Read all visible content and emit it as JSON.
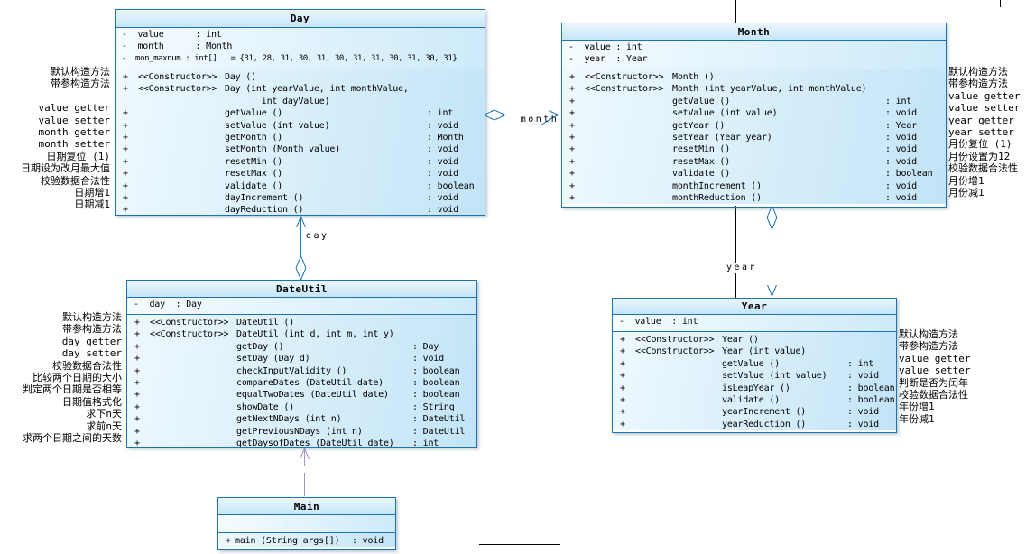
{
  "diagram": {
    "kind": "uml-class-diagram",
    "colors": {
      "box_border": "#1d72b4",
      "box_fill": "#cfe9f9",
      "title_fill": "#d9effb",
      "connector": "#1b76ba",
      "dependency_arrow": "#a392cd",
      "page_line": "#000000",
      "text": "#000000"
    }
  },
  "classes": [
    {
      "name": "Day",
      "attributes": [
        "-  value      : int",
        "-  month      : Month",
        "-  mon_maxnum : int[]   = {31, 28, 31, 30, 31, 30, 31, 31, 30, 31, 30, 31}"
      ],
      "methods": [
        {
          "vis": "+",
          "stereo": "<<Constructor>>",
          "sig": "Day ()",
          "ret": ""
        },
        {
          "vis": "+",
          "stereo": "<<Constructor>>",
          "sig": "Day (int yearValue, int monthValue,",
          "ret": ""
        },
        {
          "vis": "",
          "stereo": "",
          "sig": "       int dayValue)",
          "ret": ""
        },
        {
          "vis": "+",
          "stereo": "",
          "sig": "getValue ()",
          "ret": ": int"
        },
        {
          "vis": "+",
          "stereo": "",
          "sig": "setValue (int value)",
          "ret": ": void"
        },
        {
          "vis": "+",
          "stereo": "",
          "sig": "getMonth ()",
          "ret": ": Month"
        },
        {
          "vis": "+",
          "stereo": "",
          "sig": "setMonth (Month value)",
          "ret": ": void"
        },
        {
          "vis": "+",
          "stereo": "",
          "sig": "resetMin ()",
          "ret": ": void"
        },
        {
          "vis": "+",
          "stereo": "",
          "sig": "resetMax ()",
          "ret": ": void"
        },
        {
          "vis": "+",
          "stereo": "",
          "sig": "validate ()",
          "ret": ": boolean"
        },
        {
          "vis": "+",
          "stereo": "",
          "sig": "dayIncrement ()",
          "ret": ": void"
        },
        {
          "vis": "+",
          "stereo": "",
          "sig": "dayReduction ()",
          "ret": ": void"
        }
      ],
      "annotations": [
        "默认构造方法",
        "带参构造方法",
        "",
        "value getter",
        "value setter",
        "month getter",
        "month setter",
        "日期复位 (1)",
        "日期设为改月最大值",
        "校验数据合法性",
        "日期增1",
        "日期减1"
      ]
    },
    {
      "name": "Month",
      "attributes": [
        "-  value : int",
        "-  year  : Year"
      ],
      "methods": [
        {
          "vis": "+",
          "stereo": "<<Constructor>>",
          "sig": "Month ()",
          "ret": ""
        },
        {
          "vis": "+",
          "stereo": "<<Constructor>>",
          "sig": "Month (int yearValue, int monthValue)",
          "ret": ""
        },
        {
          "vis": "+",
          "stereo": "",
          "sig": "getValue ()",
          "ret": ": int"
        },
        {
          "vis": "+",
          "stereo": "",
          "sig": "setValue (int value)",
          "ret": ": void"
        },
        {
          "vis": "+",
          "stereo": "",
          "sig": "getYear ()",
          "ret": ": Year"
        },
        {
          "vis": "+",
          "stereo": "",
          "sig": "setYear (Year year)",
          "ret": ": void"
        },
        {
          "vis": "+",
          "stereo": "",
          "sig": "resetMin ()",
          "ret": ": void"
        },
        {
          "vis": "+",
          "stereo": "",
          "sig": "resetMax ()",
          "ret": ": void"
        },
        {
          "vis": "+",
          "stereo": "",
          "sig": "validate ()",
          "ret": ": boolean"
        },
        {
          "vis": "+",
          "stereo": "",
          "sig": "monthIncrement ()",
          "ret": ": void"
        },
        {
          "vis": "+",
          "stereo": "",
          "sig": "monthReduction ()",
          "ret": ": void"
        }
      ],
      "annotations": [
        "默认构造方法",
        "带参构造方法",
        "value getter",
        "value setter",
        "year getter",
        "year setter",
        "月份复位 (1)",
        "月份设置为12",
        "校验数据合法性",
        "月份增1",
        "月份减1"
      ]
    },
    {
      "name": "DateUtil",
      "attributes": [
        "-  day  : Day"
      ],
      "methods": [
        {
          "vis": "+",
          "stereo": "<<Constructor>>",
          "sig": "DateUtil ()",
          "ret": ""
        },
        {
          "vis": "+",
          "stereo": "<<Constructor>>",
          "sig": "DateUtil (int d, int m, int y)",
          "ret": ""
        },
        {
          "vis": "+",
          "stereo": "",
          "sig": "getDay ()",
          "ret": ": Day"
        },
        {
          "vis": "+",
          "stereo": "",
          "sig": "setDay (Day d)",
          "ret": ": void"
        },
        {
          "vis": "+",
          "stereo": "",
          "sig": "checkInputValidity ()",
          "ret": ": boolean"
        },
        {
          "vis": "+",
          "stereo": "",
          "sig": "compareDates (DateUtil date)",
          "ret": ": boolean"
        },
        {
          "vis": "+",
          "stereo": "",
          "sig": "equalTwoDates (DateUtil date)",
          "ret": ": boolean"
        },
        {
          "vis": "+",
          "stereo": "",
          "sig": "showDate ()",
          "ret": ": String"
        },
        {
          "vis": "+",
          "stereo": "",
          "sig": "getNextNDays (int n)",
          "ret": ": DateUtil"
        },
        {
          "vis": "+",
          "stereo": "",
          "sig": "getPreviousNDays (int n)",
          "ret": ": DateUtil"
        },
        {
          "vis": "+",
          "stereo": "",
          "sig": "getDaysofDates (DateUtil date)",
          "ret": ": int"
        }
      ],
      "annotations": [
        "默认构造方法",
        "带参构造方法",
        "day getter",
        "day setter",
        "校验数据合法性",
        "比较两个日期的大小",
        "判定两个日期是否相等",
        "日期值格式化",
        "求下n天",
        "求前n天",
        "求两个日期之间的天数"
      ]
    },
    {
      "name": "Year",
      "attributes": [
        "-  value  : int"
      ],
      "methods": [
        {
          "vis": "+",
          "stereo": "<<Constructor>>",
          "sig": "Year ()",
          "ret": ""
        },
        {
          "vis": "+",
          "stereo": "<<Constructor>>",
          "sig": "Year (int value)",
          "ret": ""
        },
        {
          "vis": "+",
          "stereo": "",
          "sig": "getValue ()",
          "ret": ": int"
        },
        {
          "vis": "+",
          "stereo": "",
          "sig": "setValue (int value)",
          "ret": ": void"
        },
        {
          "vis": "+",
          "stereo": "",
          "sig": "isLeapYear ()",
          "ret": ": boolean"
        },
        {
          "vis": "+",
          "stereo": "",
          "sig": "validate ()",
          "ret": ": boolean"
        },
        {
          "vis": "+",
          "stereo": "",
          "sig": "yearIncrement ()",
          "ret": ": void"
        },
        {
          "vis": "+",
          "stereo": "",
          "sig": "yearReduction ()",
          "ret": ": void"
        }
      ],
      "annotations": [
        "默认构造方法",
        "带参构造方法",
        "value getter",
        "value setter",
        "判断是否为闰年",
        "校验数据合法性",
        "年份增1",
        "年份减1"
      ]
    },
    {
      "name": "Main",
      "attributes": [],
      "methods": [
        {
          "vis": "+",
          "stereo": "",
          "sig": "main (String args[])",
          "ret": ": void"
        }
      ],
      "annotations": []
    }
  ],
  "connectors": [
    {
      "label": "month",
      "type": "aggregation",
      "from": "Day",
      "to": "Month"
    },
    {
      "label": "day",
      "type": "aggregation",
      "from": "DateUtil",
      "to": "Day"
    },
    {
      "label": "year",
      "type": "aggregation",
      "from": "Month",
      "to": "Year"
    },
    {
      "label": "",
      "type": "dependency",
      "from": "Main",
      "to": "DateUtil"
    }
  ]
}
